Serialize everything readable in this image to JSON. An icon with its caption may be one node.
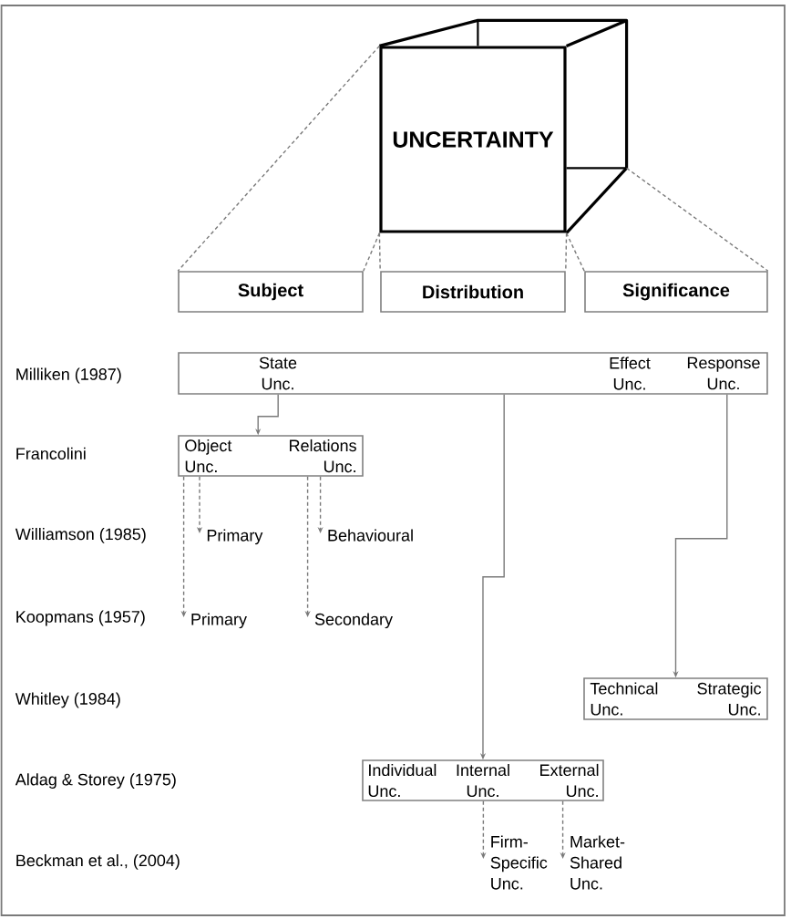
{
  "diagram": {
    "nodes": [
      {
        "text": [
          "UNCERTAINTY"
        ]
      },
      {
        "text": [
          "Subject"
        ]
      },
      {
        "text": [
          "Distribution"
        ]
      },
      {
        "text": [
          "Significance"
        ]
      },
      {
        "text": [
          "State Unc.",
          "Effect Unc.",
          "Response Unc."
        ]
      },
      {
        "text": [
          "Object Unc.",
          "Relations Unc."
        ]
      },
      {
        "text": [
          "Primary"
        ]
      },
      {
        "text": [
          "Behavioural"
        ]
      },
      {
        "text": [
          "Primary"
        ]
      },
      {
        "text": [
          "Secondary"
        ]
      },
      {
        "text": [
          "Technical Unc.",
          "Strategic Unc."
        ]
      },
      {
        "text": [
          "Individual Unc.",
          "Internal Unc.",
          "External Unc."
        ]
      },
      {
        "text": [
          "Firm-Specific Unc."
        ]
      },
      {
        "text": [
          "Market-Shared Unc."
        ]
      }
    ],
    "edges": [
      {
        "from": 0,
        "to": 1,
        "arrow": "none",
        "style": "dashed"
      },
      {
        "from": 0,
        "to": 1,
        "arrow": "none",
        "style": "dashed"
      },
      {
        "from": 0,
        "to": 2,
        "arrow": "none",
        "style": "dashed"
      },
      {
        "from": 0,
        "to": 2,
        "arrow": "none",
        "style": "dashed"
      },
      {
        "from": 0,
        "to": 3,
        "arrow": "none",
        "style": "dashed"
      },
      {
        "from": 0,
        "to": 3,
        "arrow": "none",
        "style": "dashed"
      },
      {
        "from": 4,
        "to": 5,
        "arrow": "to"
      },
      {
        "from": 4,
        "to": 11,
        "arrow": "to"
      },
      {
        "from": 4,
        "to": 10,
        "arrow": "to"
      },
      {
        "from": 5,
        "to": 6,
        "arrow": "to",
        "style": "dashed"
      },
      {
        "from": 5,
        "to": 7,
        "arrow": "to",
        "style": "dashed"
      },
      {
        "from": 5,
        "to": 8,
        "arrow": "to",
        "style": "dashed"
      },
      {
        "from": 5,
        "to": 9,
        "arrow": "to",
        "style": "dashed"
      },
      {
        "from": 11,
        "to": 12,
        "arrow": "to",
        "style": "dashed"
      },
      {
        "from": 11,
        "to": 13,
        "arrow": "to",
        "style": "dashed"
      }
    ],
    "labels": [
      "Milliken (1987)",
      "Francolini",
      "Williamson (1985)",
      "Koopmans (1957)",
      "Whitley (1984)",
      "Aldag & Storey (1975)",
      "Beckman et al., (2004)"
    ]
  }
}
